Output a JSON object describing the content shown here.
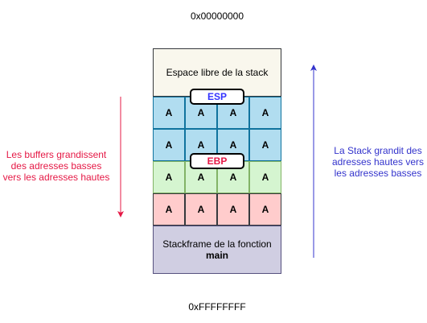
{
  "addresses": {
    "top": "0x00000000",
    "bottom": "0xFFFFFFFF"
  },
  "stack": {
    "free_space_label": "Espace libre de la stack",
    "rows": [
      {
        "cells": [
          "A",
          "A",
          "A",
          "A"
        ],
        "color": "#b1ddf0"
      },
      {
        "cells": [
          "A",
          "A",
          "A",
          "A"
        ],
        "color": "#b1ddf0"
      },
      {
        "cells": [
          "A",
          "A",
          "A",
          "A"
        ],
        "color": "#d5f5d0"
      },
      {
        "cells": [
          "A",
          "A",
          "A",
          "A"
        ],
        "color": "#ffcccc"
      }
    ],
    "main_frame": {
      "line1": "Stackframe de la fonction",
      "line2": "main"
    }
  },
  "pointers": {
    "esp": {
      "label": "ESP",
      "color": "#3333ff"
    },
    "ebp": {
      "label": "EBP",
      "color": "#e51845"
    }
  },
  "notes": {
    "left": {
      "lines": [
        "Les buffers grandissent",
        "des adresses basses",
        "vers les adresses hautes"
      ],
      "color": "#e51845",
      "arrow_direction": "down"
    },
    "right": {
      "lines": [
        "La Stack grandit des",
        "adresses hautes vers",
        "les adresses basses"
      ],
      "color": "#3333cc",
      "arrow_direction": "up"
    }
  }
}
